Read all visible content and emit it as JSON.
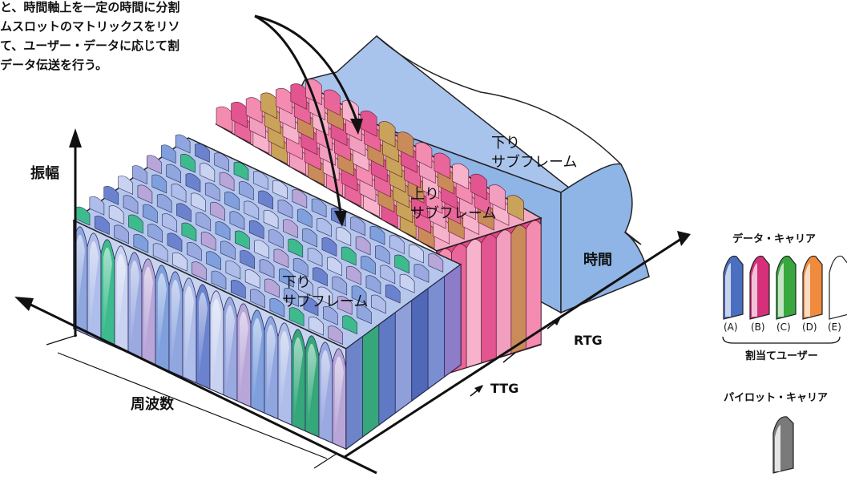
{
  "caption_lines": [
    "と、時間軸上を一定の時間に分割",
    "ムスロットのマトリックスをリソ",
    "て、ユーザー・データに応じて割",
    "データ伝送を行う。"
  ],
  "axes": {
    "amplitude": "振幅",
    "frequency": "周波数",
    "time": "時間"
  },
  "blocks": {
    "downlink_front": [
      "下り",
      "サブフレーム"
    ],
    "uplink": [
      "上り",
      "サブフレーム"
    ],
    "downlink_back": [
      "下り",
      "サブフレーム"
    ]
  },
  "gaps": {
    "ttg": "TTG",
    "rtg": "RTG"
  },
  "legend": {
    "data_carrier_title": "データ・キャリア",
    "users": [
      {
        "label": "(A)",
        "color": "#4a6fc0"
      },
      {
        "label": "(B)",
        "color": "#d7307a"
      },
      {
        "label": "(C)",
        "color": "#38a83e"
      },
      {
        "label": "(D)",
        "color": "#f08a3c"
      },
      {
        "label": "(E)",
        "color": "#ffffff"
      }
    ],
    "assigned_users": "割当てユーザー",
    "pilot_carrier_title": "パイロット・キャリア",
    "pilot_color": "#7a7a7a"
  },
  "colors": {
    "downlink_face": "#b5c7ec",
    "downlink_dark": "#5a76c2",
    "uplink_face": "#f4a9c4",
    "uplink_dark": "#d8336f",
    "back_block": "#8fb4e6"
  }
}
